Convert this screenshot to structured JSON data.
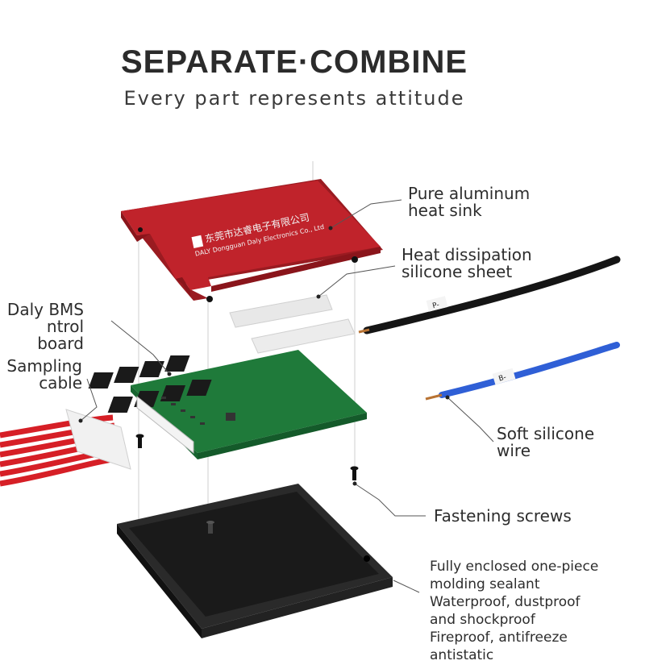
{
  "header": {
    "title": "SEPARATE·COMBINE",
    "subtitle": "Every part represents attitude"
  },
  "heat_sink": {
    "label_line1": "Pure aluminum",
    "label_line2": "heat sink",
    "engraving_cn": "东莞市达睿电子有限公司",
    "engraving_en": "DALY Dongguan Daly Electronics Co., Ltd"
  },
  "silicone_sheet": {
    "label_line1": "Heat dissipation",
    "label_line2": "silicone sheet"
  },
  "control_board": {
    "label_line1": "Daly BMS",
    "label_line2": "ntrol board"
  },
  "sampling_cable": {
    "label_line1": "Sampling",
    "label_line2": "cable"
  },
  "wire": {
    "label_line1": "Soft silicone",
    "label_line2": "wire",
    "tag_black": "P-",
    "tag_blue": "B-"
  },
  "screws": {
    "label": "Fastening screws"
  },
  "housing": {
    "lines": [
      "Fully enclosed one-piece",
      "molding sealant",
      "Waterproof, dustproof",
      "and shockproof",
      "Fireproof, antifreeze",
      "antistatic"
    ]
  },
  "colors": {
    "heat_sink": "#c0232b",
    "pcb": "#1f7a3a",
    "housing": "#1c1c1c",
    "blue_wire": "#2f5fd6",
    "red_cable": "#d61f26"
  }
}
